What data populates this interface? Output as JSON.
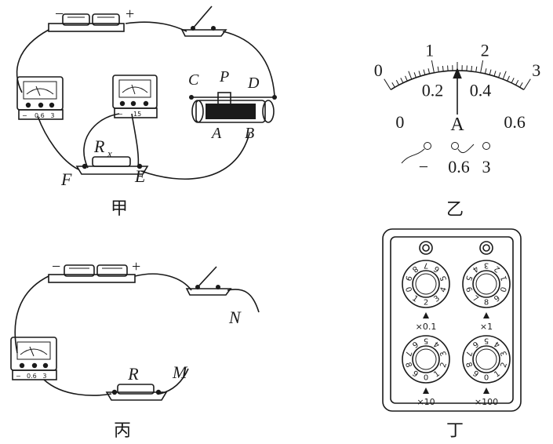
{
  "panel_jia": {
    "caption": "甲",
    "battery": {
      "neg": "−",
      "pos": "+"
    },
    "ammeter_scale": "0.6   3",
    "ammeter_neg": "−",
    "voltmeter_scale": "15",
    "voltmeter_neg": "−",
    "rheostat": {
      "C": "C",
      "P": "P",
      "D": "D",
      "A": "A",
      "B": "B"
    },
    "resistor": {
      "R": "R",
      "sub": "x"
    },
    "terminals": {
      "F": "F",
      "E": "E"
    }
  },
  "panel_yi": {
    "caption": "乙",
    "top_ticks": [
      "0",
      "1",
      "2",
      "3"
    ],
    "bottom_ticks": [
      "0",
      "0.2",
      "0.4",
      "0.6"
    ],
    "unit": "A",
    "terminals": [
      "−",
      "0.6",
      "3"
    ],
    "needle_value": 0.3
  },
  "panel_bing": {
    "caption": "丙",
    "battery": {
      "neg": "−",
      "pos": "+"
    },
    "ammeter_scale": "0.6   3",
    "ammeter_neg": "−",
    "resistor": "R",
    "ends": {
      "M": "M",
      "N": "N"
    }
  },
  "panel_ding": {
    "caption": "丁",
    "dials": [
      {
        "multiplier": "×0.1",
        "setting": 2
      },
      {
        "multiplier": "×1",
        "setting": 8
      },
      {
        "multiplier": "×10",
        "setting": 0
      },
      {
        "multiplier": "×100",
        "setting": 0
      }
    ]
  }
}
